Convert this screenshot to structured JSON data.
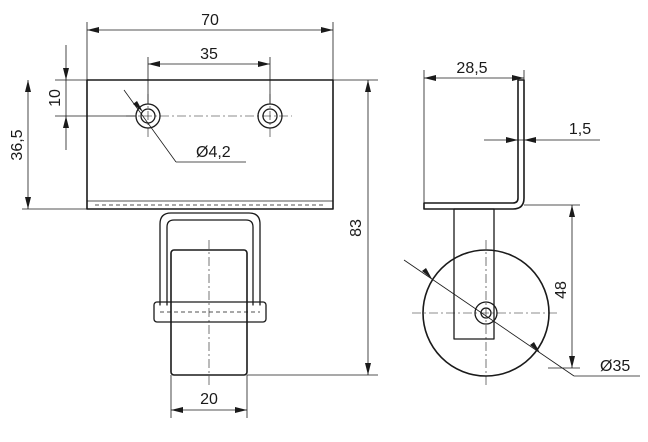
{
  "dimensions": {
    "plate_width": "70",
    "hole_spacing": "35",
    "hole_offset": "10",
    "plate_height": "36,5",
    "hole_diameter": "Ø4,2",
    "total_height": "83",
    "wheel_width": "20",
    "bracket_depth": "28,5",
    "sheet_thickness": "1,5",
    "axle_height": "48",
    "wheel_diameter": "Ø35"
  }
}
